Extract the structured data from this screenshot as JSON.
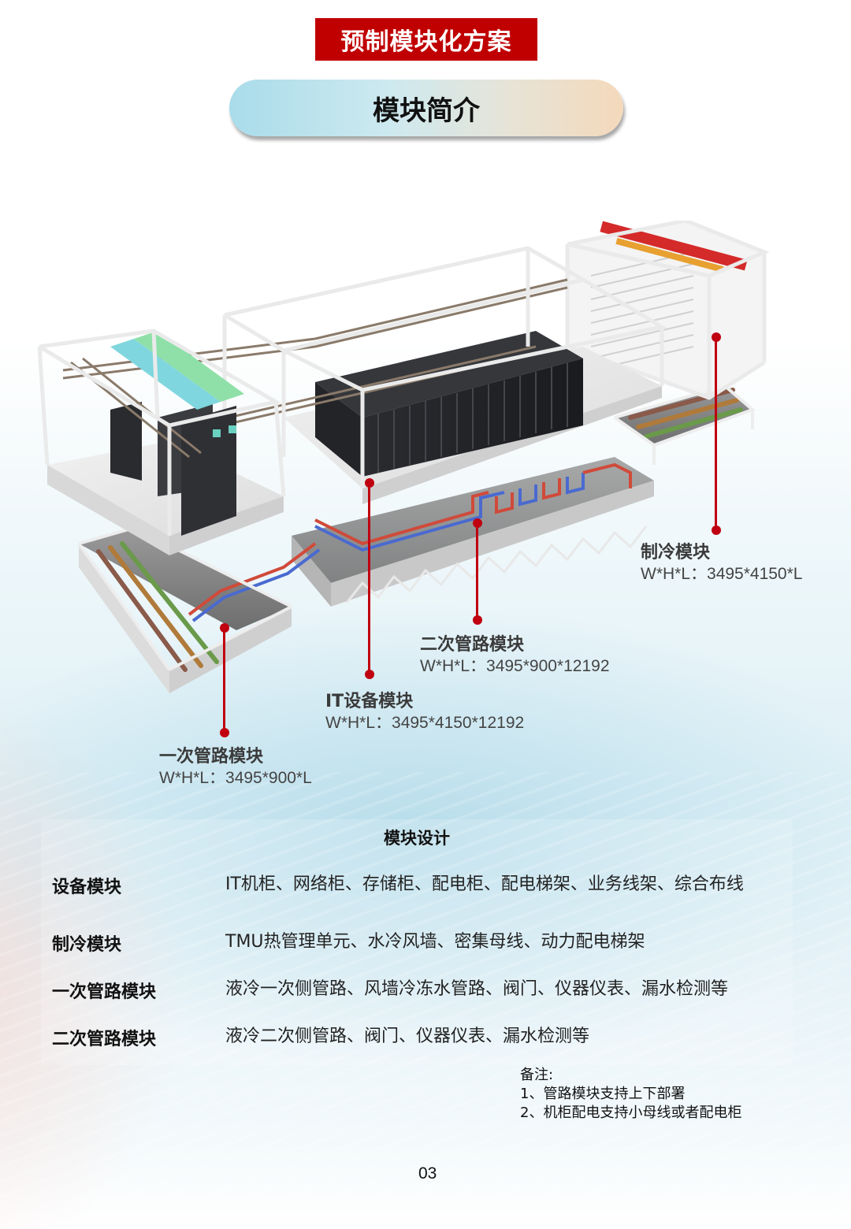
{
  "header": {
    "banner_title": "预制模块化方案",
    "section_title": "模块简介"
  },
  "illustration": {
    "description": "exploded isometric view of prefabricated modular data center",
    "callouts": [
      {
        "name": "制冷模块",
        "dims": "W*H*L：3495*4150*L"
      },
      {
        "name": "二次管路模块",
        "dims": "W*H*L：3495*900*12192"
      },
      {
        "name": "IT设备模块",
        "dims": "W*H*L：3495*4150*12192"
      },
      {
        "name": "一次管路模块",
        "dims": "W*H*L：3495*900*L"
      }
    ],
    "accent_color": "#c00010"
  },
  "design": {
    "title": "模块设计",
    "rows": [
      {
        "label": "设备模块",
        "value": "IT机柜、网络柜、存储柜、配电柜、配电梯架、业务线架、综合布线"
      },
      {
        "label": "制冷模块",
        "value": "TMU热管理单元、水冷风墙、密集母线、动力配电梯架"
      },
      {
        "label": "一次管路模块",
        "value": "液冷一次侧管路、风墙冷冻水管路、阀门、仪器仪表、漏水检测等"
      },
      {
        "label": "二次管路模块",
        "value": "液冷二次侧管路、阀门、仪器仪表、漏水检测等"
      }
    ]
  },
  "notes": {
    "title": "备注:",
    "items": [
      "1、管路模块支持上下部署",
      "2、机柜配电支持小母线或者配电柜"
    ]
  },
  "footer": {
    "page_number": "03"
  },
  "colors": {
    "banner_red": "#c00000",
    "pill_gradient_start": "#a9dcea",
    "pill_gradient_end": "#f4d9bb"
  }
}
